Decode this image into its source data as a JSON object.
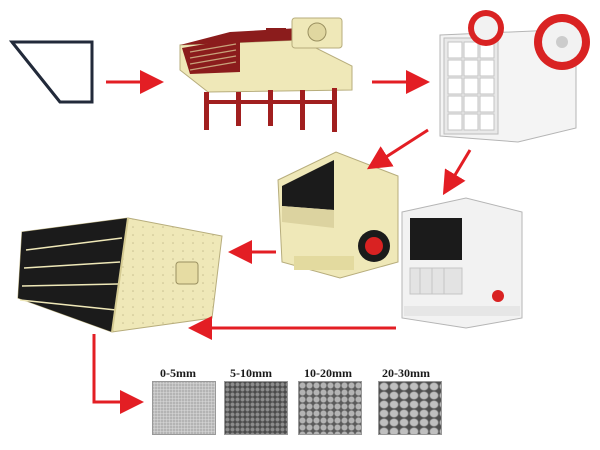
{
  "flow": {
    "stages": [
      {
        "id": "feed-hopper",
        "icon": "hopper-icon"
      },
      {
        "id": "vibrating-feeder",
        "icon": "vibrating-feeder-icon"
      },
      {
        "id": "jaw-crusher",
        "icon": "jaw-crusher-icon"
      },
      {
        "id": "impact-crusher",
        "icon": "impact-crusher-icon"
      },
      {
        "id": "fine-impact-crusher",
        "icon": "impact-crusher-icon"
      },
      {
        "id": "vibrating-screen",
        "icon": "vibrating-screen-icon"
      }
    ],
    "arrow_color": "#e31e24",
    "machine_colors": {
      "cream": "#efe8b8",
      "red": "#8b1c1c",
      "white": "#f2f2f2",
      "black": "#1b1b1b"
    }
  },
  "products": [
    {
      "label": "0-5mm",
      "texture": "fine-sand",
      "tone": "#b9b9b9"
    },
    {
      "label": "5-10mm",
      "texture": "fine-gravel",
      "tone": "#6f6f6f"
    },
    {
      "label": "10-20mm",
      "texture": "medium-gravel",
      "tone": "#8a8a8a"
    },
    {
      "label": "20-30mm",
      "texture": "coarse-gravel",
      "tone": "#7d7d7d"
    }
  ]
}
